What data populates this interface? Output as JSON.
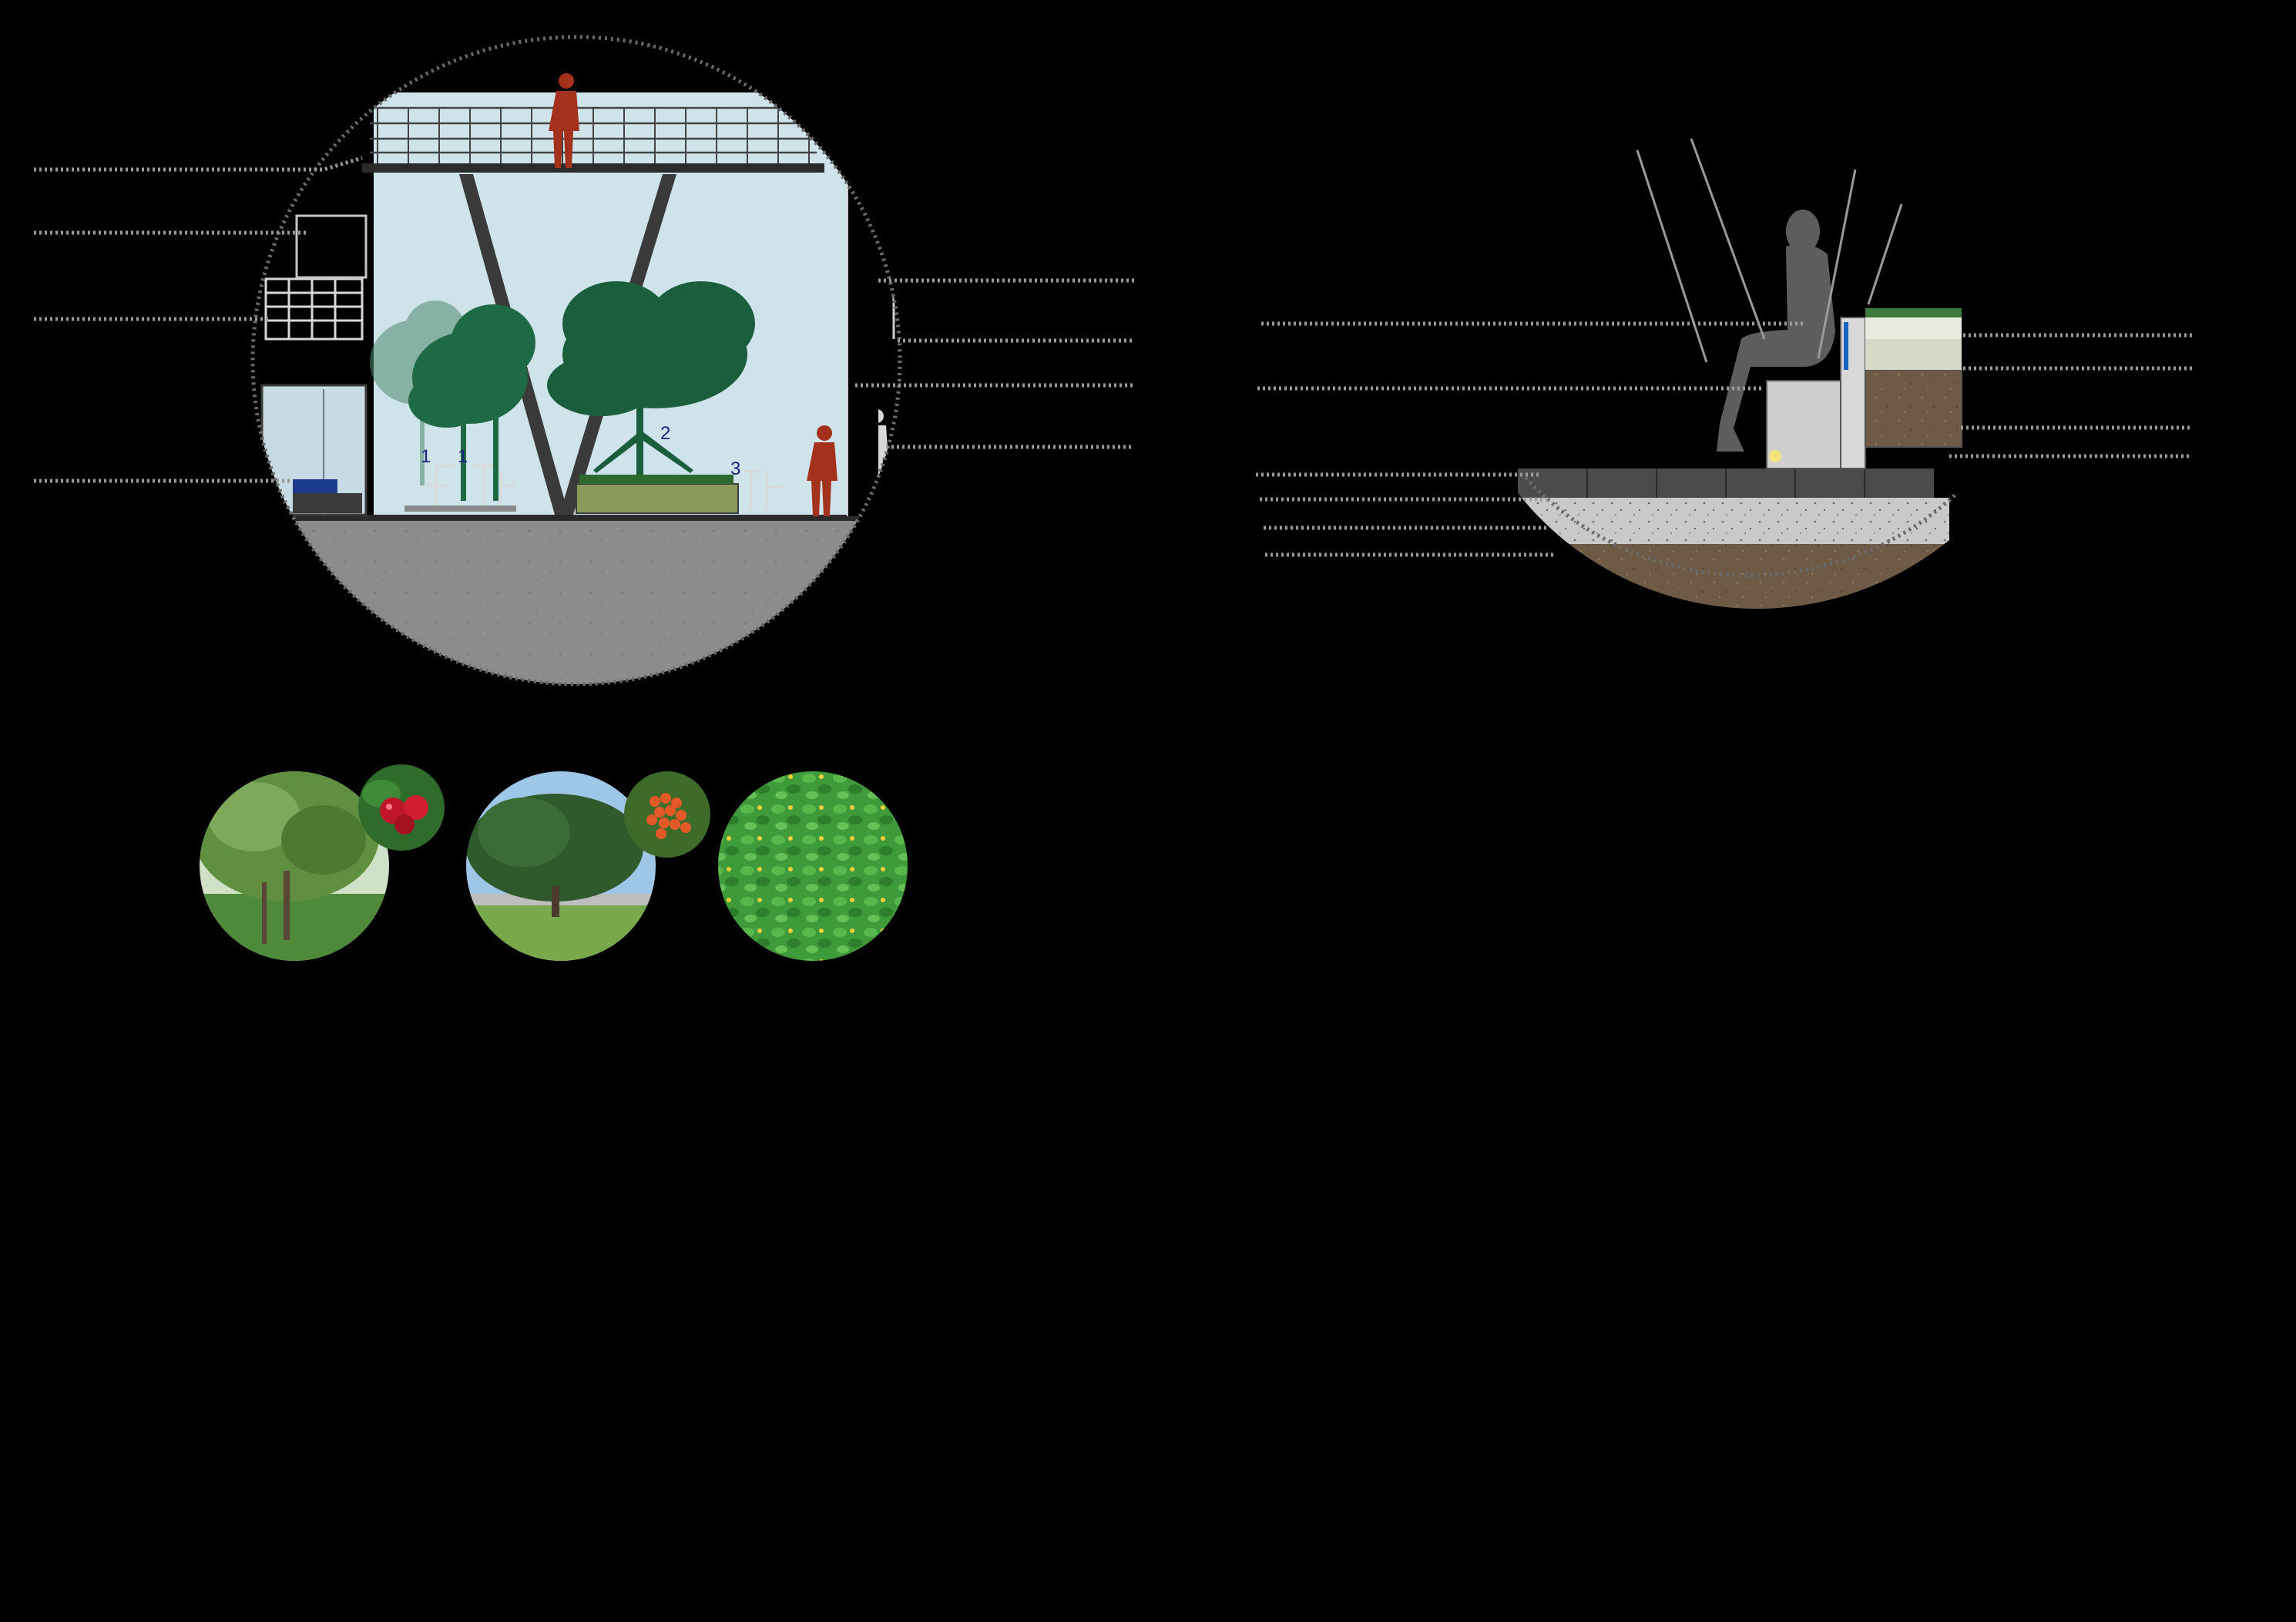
{
  "section_a": {
    "plant_numbers": [
      "1",
      "1",
      "2",
      "3"
    ]
  },
  "colors": {
    "background": "#000000",
    "sky": "#cfe3ea",
    "tree": "#1f5a3a",
    "figure": "#a3311c",
    "concrete": "#8e8e8e",
    "soil": "#6e5a45",
    "pavement": "#4b4b4b",
    "water_edge": "#1565c0"
  },
  "plants": [
    {
      "id": "plant-1",
      "icon": "tree-photo",
      "inset": "red-fruit-photo"
    },
    {
      "id": "plant-2",
      "icon": "tree-photo",
      "inset": "orange-berry-photo"
    },
    {
      "id": "plant-3",
      "icon": "groundcover-photo",
      "inset": ""
    }
  ]
}
